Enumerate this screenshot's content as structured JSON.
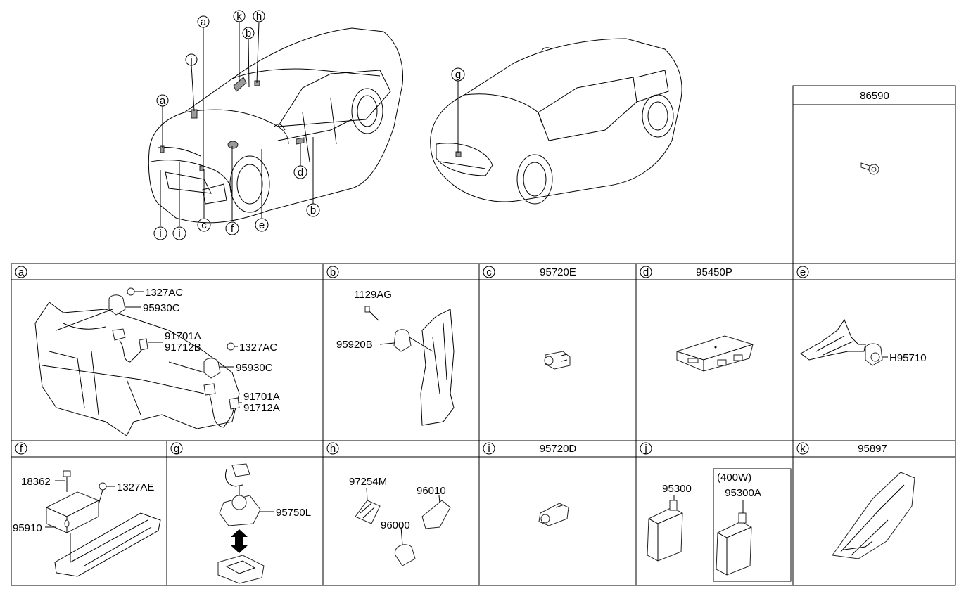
{
  "overview": {
    "front_car_callouts": [
      "a",
      "j",
      "k",
      "b",
      "h",
      "a",
      "i",
      "i",
      "c",
      "f",
      "e",
      "d",
      "b"
    ],
    "rear_car_callouts": [
      "g"
    ]
  },
  "top_box": {
    "part_no": "86590"
  },
  "row1": [
    {
      "letter": "a",
      "part_no": "",
      "labels": [
        "1327AC",
        "95930C",
        "91701A",
        "91712B",
        "1327AC",
        "95930C",
        "91701A",
        "91712A"
      ]
    },
    {
      "letter": "b",
      "part_no": "",
      "labels": [
        "1129AG",
        "95920B"
      ]
    },
    {
      "letter": "c",
      "part_no": "95720E",
      "labels": []
    },
    {
      "letter": "d",
      "part_no": "95450P",
      "labels": []
    },
    {
      "letter": "e",
      "part_no": "",
      "labels": [
        "H95710"
      ]
    }
  ],
  "row2": [
    {
      "letter": "f",
      "part_no": "",
      "labels": [
        "18362",
        "1327AE",
        "95910"
      ]
    },
    {
      "letter": "g",
      "part_no": "",
      "labels": [
        "95750L"
      ]
    },
    {
      "letter": "h",
      "part_no": "",
      "labels": [
        "97254M",
        "96010",
        "96000"
      ]
    },
    {
      "letter": "i",
      "part_no": "95720D",
      "labels": []
    },
    {
      "letter": "j",
      "part_no": "",
      "labels": [
        "95300",
        "(400W)",
        "95300A"
      ]
    },
    {
      "letter": "k",
      "part_no": "95897",
      "labels": []
    }
  ]
}
